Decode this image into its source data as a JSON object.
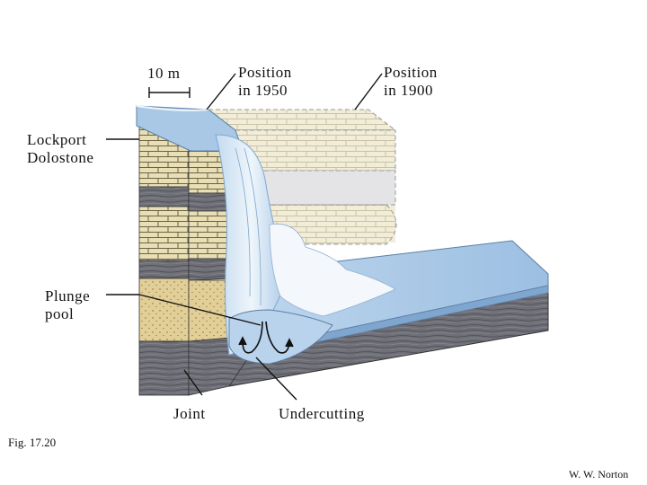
{
  "diagram": {
    "labels": {
      "scale": "10 m",
      "position_1950": [
        "Position",
        "in 1950"
      ],
      "position_1900": [
        "Position",
        "in 1900"
      ],
      "lockport": [
        "Lockport",
        "Dolostone"
      ],
      "plunge_pool": [
        "Plunge",
        "pool"
      ],
      "joint": "Joint",
      "undercutting": "Undercutting"
    },
    "figure_number": "Fig. 17.20",
    "credit": "W. W. Norton"
  },
  "colors": {
    "water": "#a9c8e6",
    "water_dark": "#7fa6cf",
    "dolostone": "#e9dfb5",
    "shale": "#6f6f78",
    "sand": "#e2cf98",
    "old_position": "#f1edd9"
  }
}
